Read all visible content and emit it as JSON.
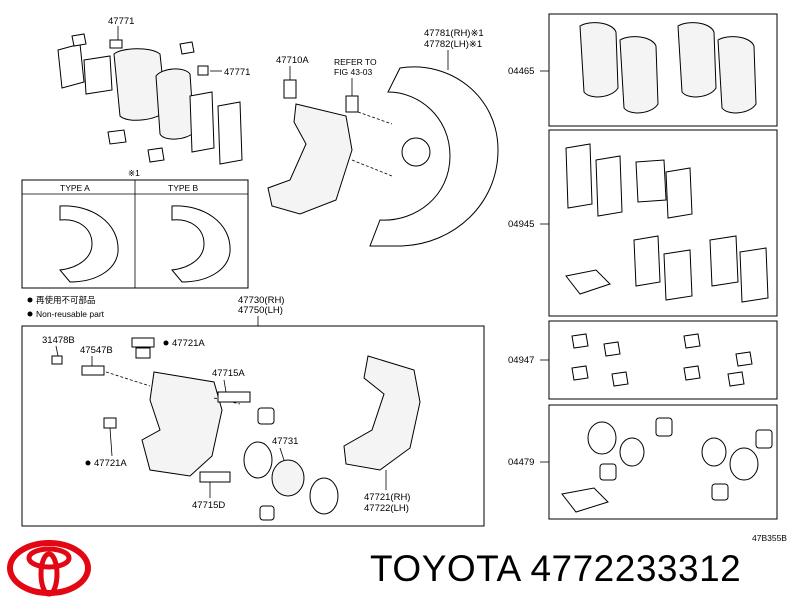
{
  "diagram": {
    "labels": {
      "p47771_top": "47771",
      "p47771_right": "47771",
      "p47710a": "47710A",
      "refer1": "REFER TO",
      "refer2": "FIG 43-03",
      "p47781": "47781(RH)※1",
      "p47782": "47782(LH)※1",
      "note_x1": "※1",
      "type_a": "TYPE   A",
      "type_b": "TYPE   B",
      "legend_jp": "再使用不可部品",
      "legend_en": "Non-reusable part",
      "p47730": "47730(RH)",
      "p47750": "47750(LH)",
      "p31478b": "31478B",
      "p47547b": "47547B",
      "p47721a_top": "47721A",
      "p47715a": "47715A",
      "p47731": "47731",
      "p47721a_bot": "47721A",
      "p47715d": "47715D",
      "p47721": "47721(RH)",
      "p47722": "47722(LH)",
      "p04465": "04465",
      "p04945": "04945",
      "p04947": "04947",
      "p04479": "04479",
      "fig_code": "47B355B"
    },
    "colors": {
      "brand_red": "#e30613",
      "line": "#000000"
    }
  },
  "footer": {
    "brand": "TOYOTA",
    "part_number": "4772233312"
  }
}
